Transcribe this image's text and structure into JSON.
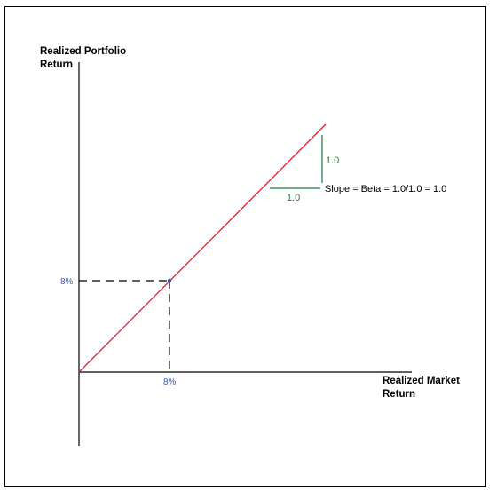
{
  "y_axis_title": [
    "Realized Portfolio",
    "Return"
  ],
  "x_axis_title": [
    "Realized Market",
    "Return"
  ],
  "point_y_label": "8%",
  "point_x_label": "8%",
  "rise_label": "1.0",
  "run_label": "1.0",
  "slope_text": "Slope = Beta = 1.0/1.0 = 1.0",
  "colors": {
    "line": "#d9252e",
    "axis": "#000000",
    "guide": "#000000",
    "triangle": "#1a7a3c",
    "tick_label": "#3a56a8",
    "point": "#3a56a8"
  }
}
